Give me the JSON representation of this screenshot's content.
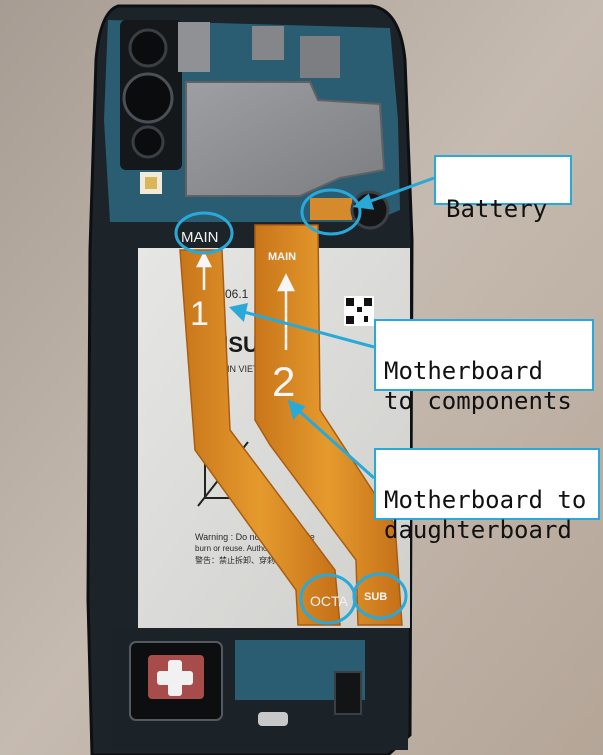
{
  "photo": {
    "cable_labels": {
      "main_left": "MAIN",
      "main_right": "MAIN",
      "number_left": "1",
      "number_right": "2",
      "octa": "OCTA",
      "sub": "SUB"
    },
    "battery_text": {
      "brand": "MSU",
      "date": "06.1",
      "made_in": "ED IN VIETNAM",
      "warning": "Warning : Do not disassemble",
      "warning2": "burn or reuse. Authorized Service",
      "chinese": "警告：禁止拆卸、穿刺、焚烧"
    },
    "colors": {
      "frame": "#1c2329",
      "pcb": "#2b5d72",
      "shield": "#8d8e91",
      "battery": "#dedede",
      "flex_cable": "#d9891f",
      "annotation": "#29a9d8"
    }
  },
  "annotations": {
    "battery": "Battery",
    "motherboard_components": "Motherboard\nto components",
    "motherboard_daughterboard": "Motherboard to\ndaughterboard"
  }
}
